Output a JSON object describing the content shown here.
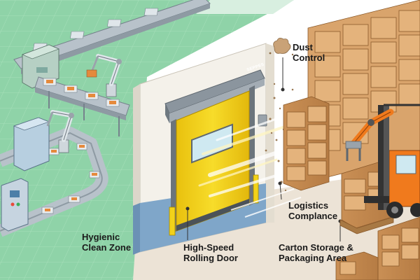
{
  "labels": {
    "dust_control": "Dust\nControl",
    "logistics_compliance": "Logistics\nComplance",
    "hygienic_clean_zone": "Hygienic\nClean Zone",
    "high_speed_rolling_door": "High-Speed\nRolling Door",
    "carton_storage": "Carton Storage &\nPackaging Area"
  },
  "door_brand": "SEPPES",
  "colors": {
    "clean_floor": "#8fd3a8",
    "clean_floor_light": "#a9e0bb",
    "wall": "#f4f1ea",
    "wall_base": "#7fa6c9",
    "door_yellow": "#f2d21a",
    "housing_grey": "#7f8a93",
    "carton": "#d9a46c",
    "forklift_orange": "#f07a1d",
    "warehouse_floor": "#ece3d6"
  }
}
